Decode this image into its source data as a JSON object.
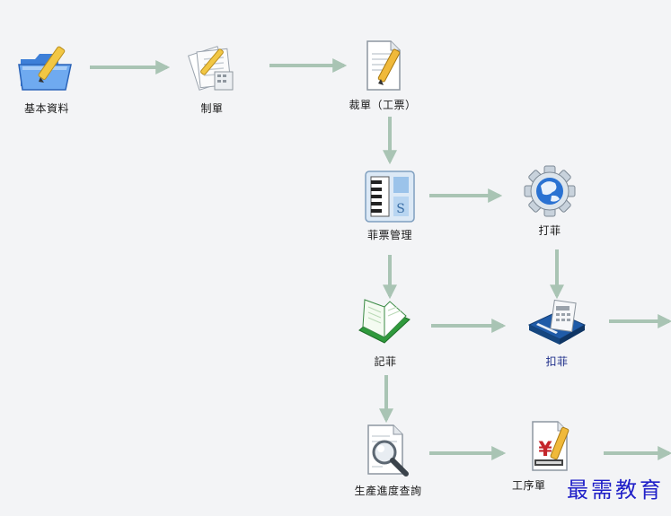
{
  "nodes": {
    "basic_data": {
      "label": "基本資料",
      "icon": "folder-pencil-icon"
    },
    "make_order": {
      "label": "制單",
      "icon": "documents-pencil-icon"
    },
    "cutting_ticket": {
      "label": "裁單（工票）",
      "icon": "document-pencil-icon"
    },
    "ticket_management": {
      "label": "菲票管理",
      "icon": "piano-panel-icon"
    },
    "print_ticket": {
      "label": "打菲",
      "icon": "gear-globe-icon"
    },
    "record_ticket": {
      "label": "記菲",
      "icon": "open-book-icon"
    },
    "deduct_ticket": {
      "label": "扣菲",
      "icon": "scanner-calculator-icon"
    },
    "progress_query": {
      "label": "生產進度查詢",
      "icon": "magnifier-document-icon"
    },
    "work_order": {
      "label": "工序單",
      "icon": "yen-document-icon"
    }
  },
  "watermark": "最需教育",
  "colors": {
    "arrow": "#a9c4b4",
    "link_label": "#1f2f8a",
    "watermark": "#2020c8"
  }
}
